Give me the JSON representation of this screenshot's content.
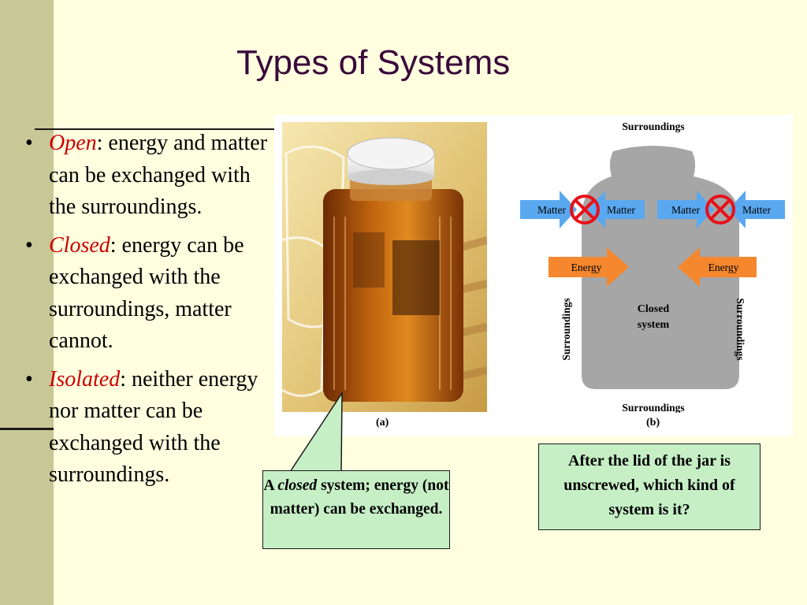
{
  "slide": {
    "title": "Types of Systems",
    "bullets": [
      {
        "term": "Open",
        "text": ": energy and matter can be exchanged with the surroundings."
      },
      {
        "term": "Closed",
        "text": ": energy can be exchanged with the surroundings, matter cannot."
      },
      {
        "term": "Isolated",
        "text": ": neither energy nor matter can be exchanged with the surroundings."
      }
    ],
    "bullet_glyph": "•"
  },
  "figure": {
    "label_a": "(a)",
    "label_b": "(b)",
    "surroundings_top": "Surroundings",
    "surroundings_bottom": "Surroundings",
    "surroundings_left": "Surroundings",
    "surroundings_right": "Surroundings",
    "matter_labels": [
      "Matter",
      "Matter",
      "Matter",
      "Matter"
    ],
    "energy_labels": [
      "Energy",
      "Energy"
    ],
    "system_line1": "Closed",
    "system_line2": "system",
    "colors": {
      "matter": "#5aa8f0",
      "energy": "#f5872e",
      "system": "#a6a6a6",
      "blocked": "#e8101a"
    }
  },
  "callouts": {
    "left_prefix": "A ",
    "left_em": "closed",
    "left_rest": " system; energy (not matter) can be exchanged.",
    "right": "After the lid of the jar is unscrewed, which kind of system is it?"
  }
}
